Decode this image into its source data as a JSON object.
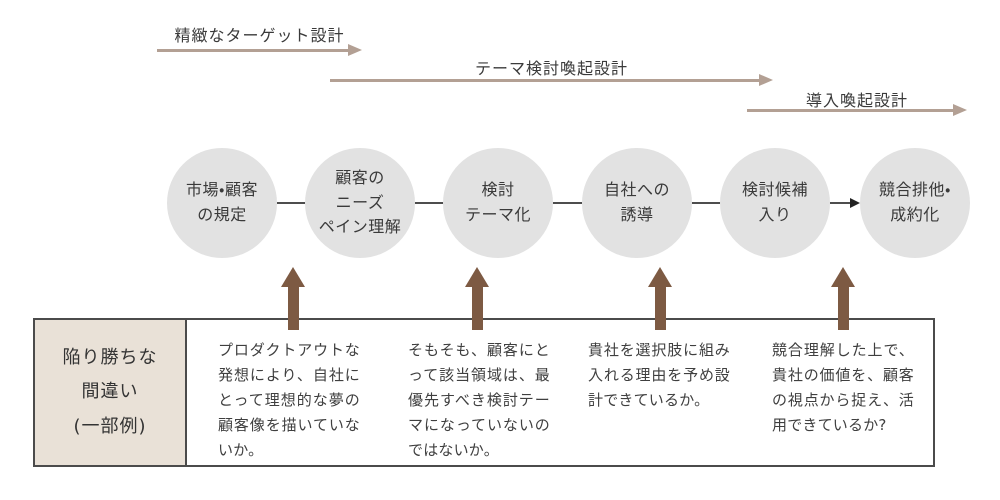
{
  "colors": {
    "phase_arrow": "#b3a094",
    "up_arrow": "#7d5a43",
    "circle_fill": "#e2e2e2",
    "connector": "#4d4d4d",
    "box_border": "#4b4b4b",
    "label_cell_fill": "#e9e1d7",
    "text_dark": "#3a3a3a"
  },
  "phases": [
    {
      "label": "精緻なターゲット設計"
    },
    {
      "label": "テーマ検討喚起設計"
    },
    {
      "label": "導入喚起設計"
    }
  ],
  "steps": [
    {
      "label": "市場・顧客\nの規定"
    },
    {
      "label": "顧客の\nニーズ\nペイン理解"
    },
    {
      "label": "検討\nテーマ化"
    },
    {
      "label": "自社への\n誘導"
    },
    {
      "label": "検討候補\n入り"
    },
    {
      "label": "競合排他・\n成約化"
    }
  ],
  "mistakes_box": {
    "title": "陥り勝ちな\n間違い\n(一部例)",
    "items": [
      "プロダクトアウトな発想により、自社にとって理想的な夢の顧客像を描いていないか。",
      "そもそも、顧客にとって該当領域は、最優先すべき検討テーマになっていないのではないか。",
      "貴社を選択肢に組み入れる理由を予め設計できているか。",
      "競合理解した上で、貴社の価値を、顧客の視点から捉え、活用できているか?"
    ]
  }
}
